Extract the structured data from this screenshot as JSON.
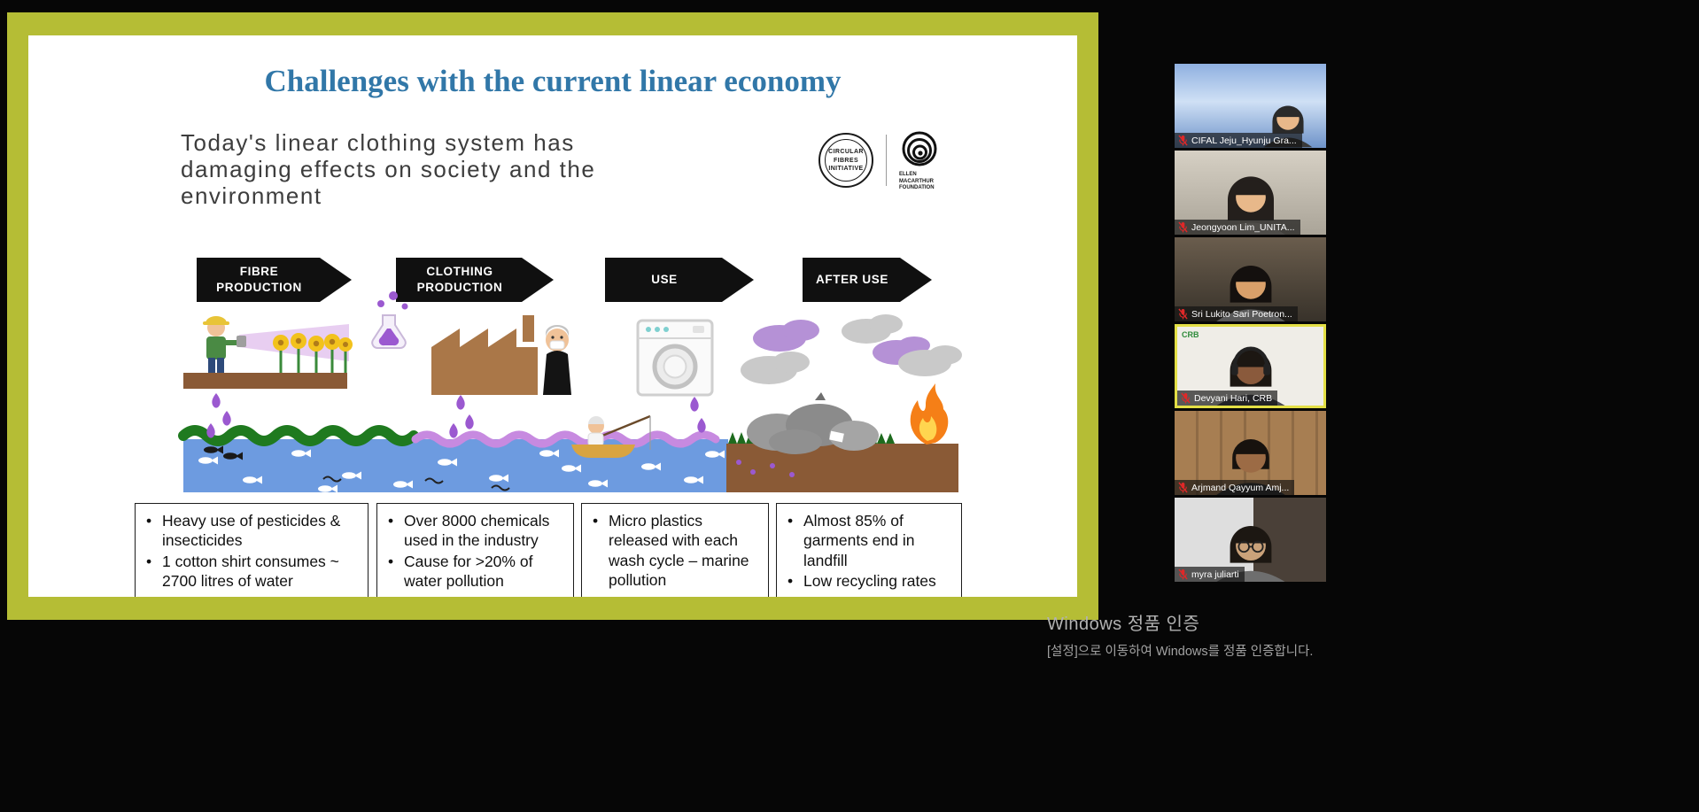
{
  "slide": {
    "title": "Challenges with the current linear economy",
    "subtitle": "Today's linear clothing system has\ndamaging effects on society and the\nenvironment",
    "logos": {
      "circular_fibres": "CIRCULAR\nFIBRES\nINITIATIVE",
      "emf": "ELLEN\nMACARTHUR\nFOUNDATION"
    },
    "stages": [
      "FIBRE\nPRODUCTION",
      "CLOTHING\nPRODUCTION",
      "USE",
      "AFTER USE"
    ],
    "boxes": [
      {
        "bullets": [
          "Heavy use of pesticides & insecticides",
          "1 cotton shirt consumes ~ 2700 litres of water"
        ]
      },
      {
        "bullets": [
          "Over 8000 chemicals used in the industry",
          "Cause for >20% of water pollution"
        ]
      },
      {
        "bullets": [
          "Micro plastics released with each wash cycle – marine pollution"
        ]
      },
      {
        "bullets": [
          "Almost 85% of garments end in landfill",
          "Low recycling rates"
        ]
      }
    ]
  },
  "participants": [
    {
      "name": "CIFAL Jeju_Hyunju Gra...",
      "muted": true
    },
    {
      "name": "Jeongyoon Lim_UNITA...",
      "muted": true
    },
    {
      "name": "Sri Lukito Sari Poetron...",
      "muted": true
    },
    {
      "name": "Devyani Hari, CRB",
      "muted": true,
      "active_speaker": true,
      "tile_logo": "CRB"
    },
    {
      "name": "Arjmand Qayyum Amj...",
      "muted": true
    },
    {
      "name": "myra juliarti",
      "muted": true
    }
  ],
  "watermark": {
    "line1": "Windows 정품 인증",
    "line2": "[설정]으로 이동하여 Windows를 정품 인증합니다."
  }
}
